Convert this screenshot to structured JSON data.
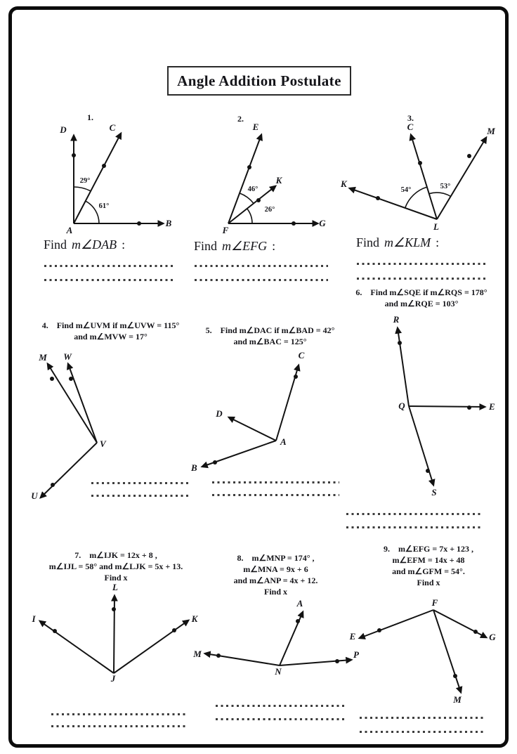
{
  "title": "Angle Addition Postulate",
  "labels": {
    "find": "Find",
    "colon": ":"
  },
  "problems": [
    {
      "number": "1.",
      "target": "m∠DAB",
      "diagram": {
        "vertex": "A",
        "rays": [
          "D",
          "C",
          "B"
        ],
        "angles": [
          "29°",
          "61°"
        ]
      }
    },
    {
      "number": "2.",
      "target": "m∠EFG",
      "diagram": {
        "vertex": "F",
        "rays": [
          "E",
          "K",
          "G"
        ],
        "angles": [
          "46°",
          "26°"
        ]
      }
    },
    {
      "number": "3.",
      "target": "m∠KLM",
      "diagram": {
        "vertex": "L",
        "rays": [
          "K",
          "C",
          "M"
        ],
        "angles": [
          "54°",
          "53°"
        ]
      }
    },
    {
      "number": "4.",
      "statement": [
        "Find m∠UVM if m∠UVW = 115°",
        "and m∠MVW = 17°"
      ],
      "diagram": {
        "vertex": "V",
        "rays": [
          "M",
          "W",
          "U"
        ]
      }
    },
    {
      "number": "5.",
      "statement": [
        "Find m∠DAC if m∠BAD = 42°",
        "and m∠BAC = 125°"
      ],
      "diagram": {
        "vertex": "A",
        "rays": [
          "C",
          "D",
          "B"
        ]
      }
    },
    {
      "number": "6.",
      "statement": [
        "Find m∠SQE if m∠RQS = 178°",
        "and m∠RQE = 103°"
      ],
      "diagram": {
        "vertex": "Q",
        "rays": [
          "R",
          "E",
          "S"
        ]
      }
    },
    {
      "number": "7.",
      "statement": [
        "m∠IJK = 12x + 8 ,",
        "m∠IJL = 58° and m∠LJK = 5x + 13.",
        "Find x"
      ],
      "diagram": {
        "vertex": "J",
        "rays": [
          "L",
          "I",
          "K"
        ]
      }
    },
    {
      "number": "8.",
      "statement": [
        "m∠MNP = 174° ,",
        "m∠MNA = 9x + 6",
        "and m∠ANP = 4x + 12.",
        "Find x"
      ],
      "diagram": {
        "vertex": "N",
        "rays": [
          "A",
          "M",
          "P"
        ]
      }
    },
    {
      "number": "9.",
      "statement": [
        "m∠EFG = 7x + 123 ,",
        "m∠EFM = 14x + 48",
        "and m∠GFM = 54°.",
        "Find x"
      ],
      "diagram": {
        "vertex": "F",
        "rays": [
          "E",
          "G",
          "M"
        ]
      }
    }
  ]
}
